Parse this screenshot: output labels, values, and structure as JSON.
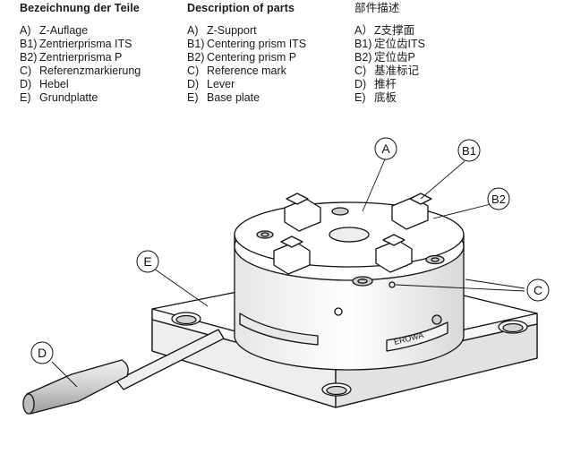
{
  "columns": [
    {
      "heading": "Bezeichnung der Teile",
      "items": [
        {
          "key": "A)",
          "label": "Z-Auflage"
        },
        {
          "key": "B1)",
          "label": "Zentrierprisma ITS"
        },
        {
          "key": "B2)",
          "label": "Zentrierprisma P"
        },
        {
          "key": "C)",
          "label": "Referenzmarkierung"
        },
        {
          "key": "D)",
          "label": "Hebel"
        },
        {
          "key": "E)",
          "label": "Grundplatte"
        }
      ]
    },
    {
      "heading": "Description of parts",
      "items": [
        {
          "key": "A)",
          "label": "Z-Support"
        },
        {
          "key": "B1)",
          "label": "Centering prism ITS"
        },
        {
          "key": "B2)",
          "label": "Centering prism P"
        },
        {
          "key": "C)",
          "label": "Reference mark"
        },
        {
          "key": "D)",
          "label": "Lever"
        },
        {
          "key": "E)",
          "label": "Base plate"
        }
      ]
    },
    {
      "heading": "部件描述",
      "items": [
        {
          "key": "A）",
          "label": "Z支撑面"
        },
        {
          "key": "B1)",
          "label": "定位齿ITS"
        },
        {
          "key": "B2)",
          "label": "定位齿P"
        },
        {
          "key": "C)",
          "label": "基准标记"
        },
        {
          "key": "D)",
          "label": "推杆"
        },
        {
          "key": "E)",
          "label": "底板"
        }
      ]
    }
  ],
  "callouts": {
    "a": "A",
    "b1": "B1",
    "b2": "B2",
    "c": "C",
    "d": "D",
    "e": "E"
  },
  "brand": "EROWA"
}
